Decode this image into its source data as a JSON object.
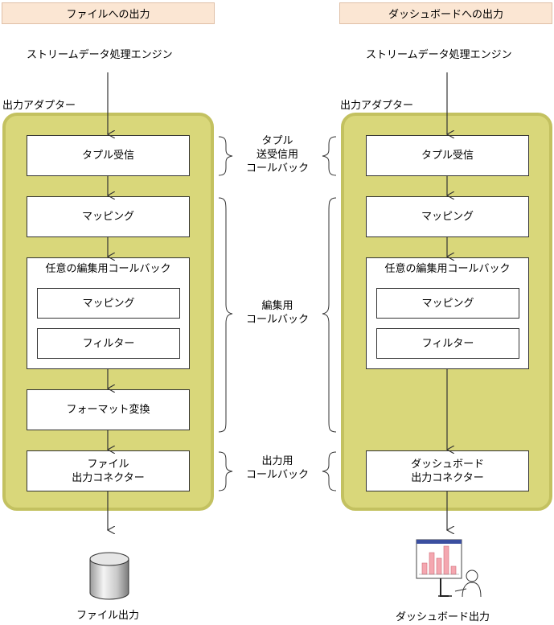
{
  "left": {
    "title": "ファイルへの出力",
    "source": "ストリームデータ処理エンジン",
    "adapter_label": "出力アダプター",
    "tuple_receive": "タプル受信",
    "mapping": "マッピング",
    "edit_callback": "任意の編集用コールバック",
    "inner_mapping": "マッピング",
    "inner_filter": "フィルター",
    "format": "フォーマット変換",
    "connector_line1": "ファイル",
    "connector_line2": "出力コネクター",
    "output": "ファイル出力"
  },
  "right": {
    "title": "ダッシュボードへの出力",
    "source": "ストリームデータ処理エンジン",
    "adapter_label": "出力アダプター",
    "tuple_receive": "タプル受信",
    "mapping": "マッピング",
    "edit_callback": "任意の編集用コールバック",
    "inner_mapping": "マッピング",
    "inner_filter": "フィルター",
    "connector_line1": "ダッシュボード",
    "connector_line2": "出力コネクター",
    "output": "ダッシュボード出力"
  },
  "middle": {
    "tuple_callback_line1": "タプル",
    "tuple_callback_line2": "送受信用",
    "tuple_callback_line3": "コールバック",
    "edit_callback_line1": "編集用",
    "edit_callback_line2": "コールバック",
    "output_callback_line1": "出力用",
    "output_callback_line2": "コールバック"
  },
  "colors": {
    "adapter_fill": "#d9d77a",
    "adapter_border": "#c3c160",
    "title_fill": "#fbe6d3",
    "chart_bar": "#f4a7b0"
  },
  "icons": {
    "left_output": "cylinder-storage-icon",
    "right_output": "dashboard-monitor-user-icon"
  }
}
